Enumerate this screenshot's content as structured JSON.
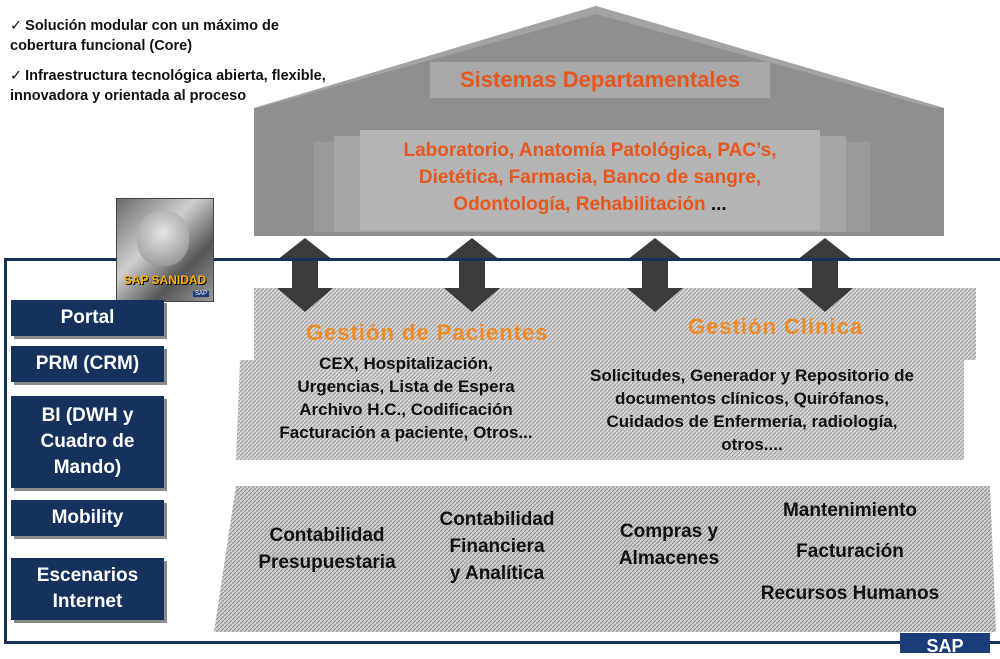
{
  "bullets": [
    "Solución modular con un máximo de cobertura funcional (Core)",
    "Infraestructura tecnológica abierta, flexible, innovadora y orientada al proceso"
  ],
  "check_glyph": "✓",
  "roof": {
    "title": "Sistemas Departamentales",
    "line1": "Laboratorio, Anatomía Patológica, PAC’s,",
    "line2": "Dietética, Farmacia, Banco de sangre,",
    "line3": "Odontología, Rehabilitación",
    "dots": "..."
  },
  "logo": {
    "label": "SAP SANIDAD",
    "mini": "SAP"
  },
  "nav": [
    "Portal",
    "PRM (CRM)",
    "BI (DWH y Cuadro de Mando)",
    "Mobility",
    "Escenarios Internet"
  ],
  "pacientes": {
    "title": "Gestión de Pacientes",
    "lines": [
      "CEX, Hospitalización,",
      "Urgencias, Lista de Espera",
      "Archivo H.C., Codificación",
      "Facturación a paciente, Otros..."
    ]
  },
  "clinica": {
    "title": "Gestión Clínica",
    "lines": [
      "Solicitudes, Generador y Repositorio de",
      "documentos clínicos, Quirófanos,",
      "Cuidados de Enfermería, radiología,",
      "otros...."
    ]
  },
  "bottom": {
    "presupuestaria": [
      "Contabilidad",
      "Presupuestaria"
    ],
    "financiera": [
      "Contabilidad",
      "Financiera",
      "y Analítica"
    ],
    "compras": [
      "Compras y",
      "Almacenes"
    ],
    "mantenimiento": "Mantenimiento",
    "facturacion": "Facturación",
    "rrhh": "Recursos Humanos"
  },
  "sap_corner": "SAP",
  "colors": {
    "navy": "#16325c",
    "orange_title": "#e8571e",
    "orange_band": "#f08a24",
    "gray_roof": "#8f8f8f"
  }
}
